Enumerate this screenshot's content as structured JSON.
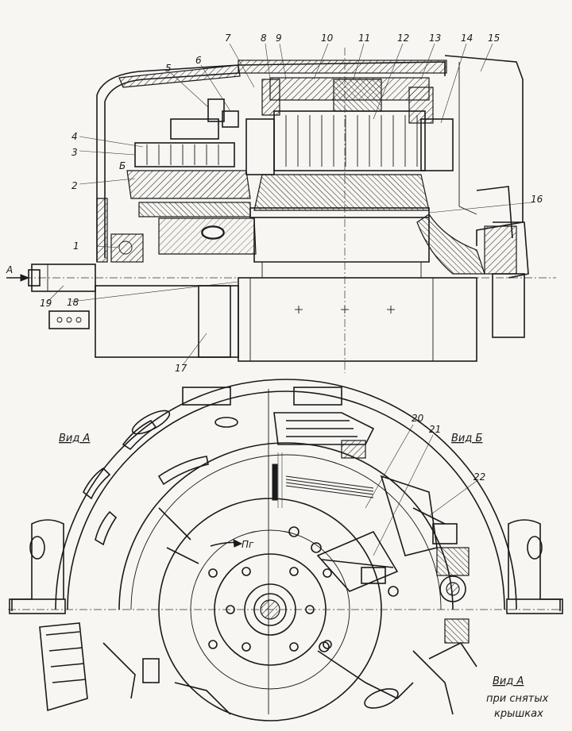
{
  "callouts": [
    "1",
    "2",
    "3",
    "4",
    "5",
    "6",
    "7",
    "8",
    "9",
    "10",
    "11",
    "12",
    "13",
    "14",
    "15",
    "16",
    "17",
    "18",
    "19",
    "20",
    "21",
    "22"
  ],
  "section_marks": {
    "a": "А",
    "b": "Б"
  },
  "views": {
    "left": "Вид А",
    "right": "Вид Б",
    "bottom_line1": "Вид А",
    "bottom_line2": "при снятых",
    "bottom_line3": "крышках"
  },
  "rotation_label": "Пг"
}
